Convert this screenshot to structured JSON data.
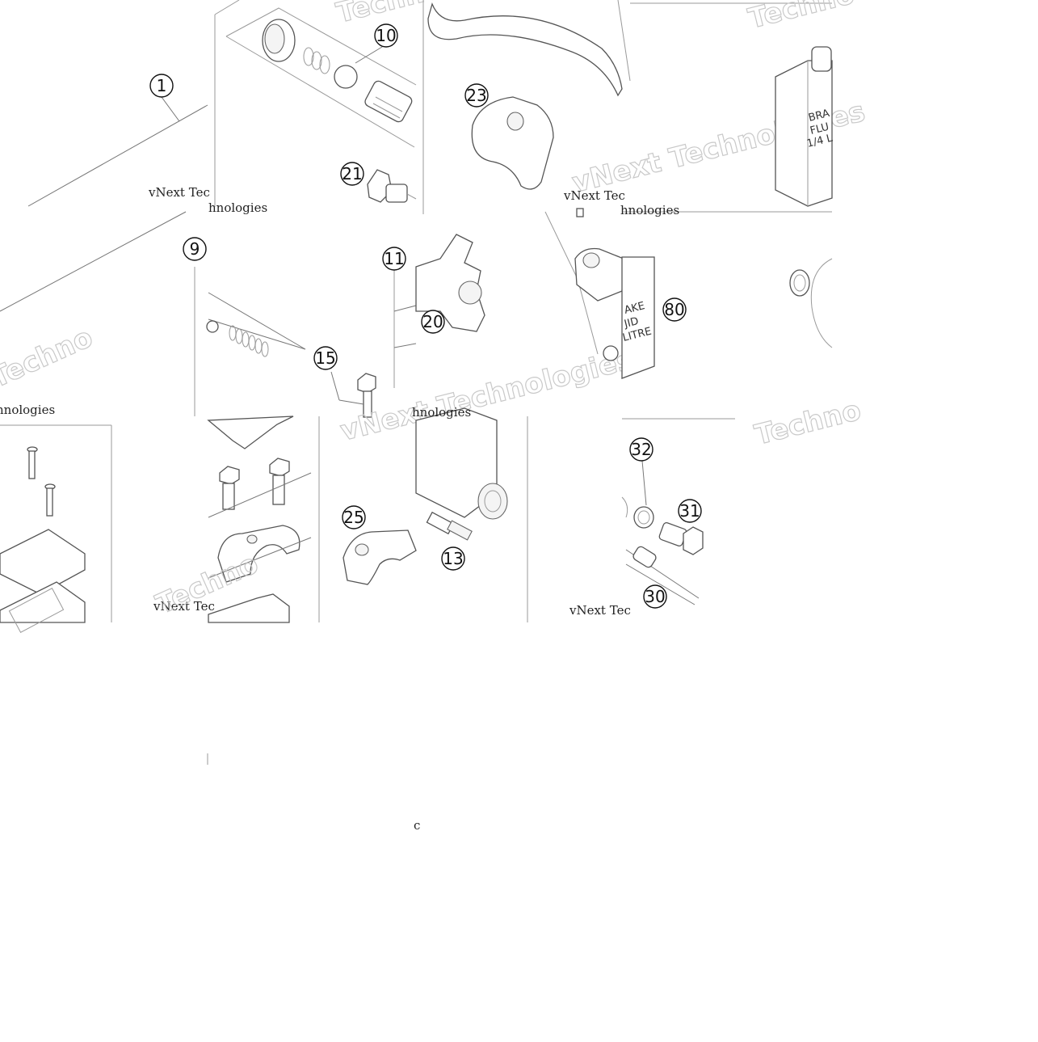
{
  "diagram": {
    "watermark_brand": "vNext Technologies",
    "watermark_short": "Techno",
    "credit_partial": "vNext Tec",
    "credit_tail": "hnologies",
    "callouts": {
      "c1": "1",
      "c9": "9",
      "c10": "10",
      "c11": "11",
      "c13": "13",
      "c15": "15",
      "c20": "20",
      "c21": "21",
      "c23": "23",
      "c25": "25",
      "c30": "30",
      "c31": "31",
      "c32": "32",
      "c80": "80"
    },
    "fluid_can": {
      "line1": "BRA",
      "line2": "FLU",
      "line3": "1/4 L"
    },
    "fluid_box": {
      "line1": "AKE",
      "line2": "JID",
      "line3": "LITRE"
    }
  }
}
